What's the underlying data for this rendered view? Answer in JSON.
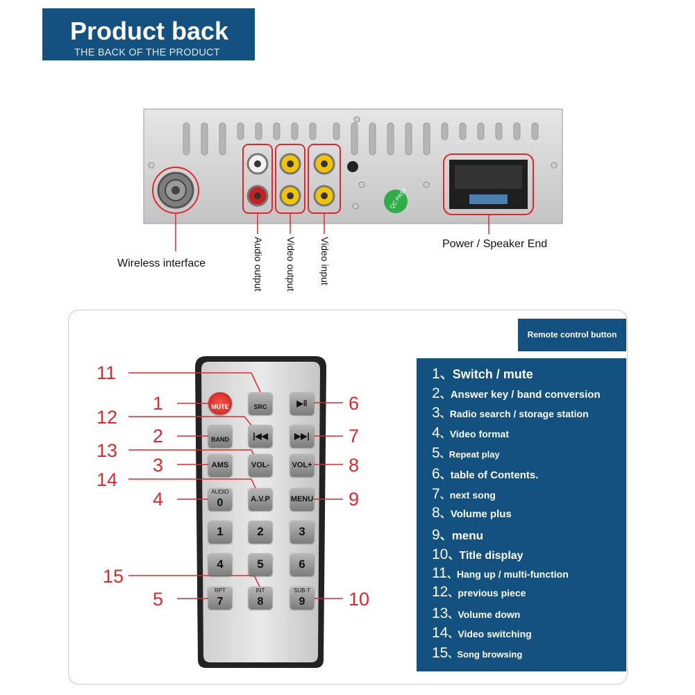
{
  "header": {
    "title": "Product back",
    "subtitle": "THE BACK OF THE PRODUCT"
  },
  "back_panel": {
    "wireless_label": "Wireless interface",
    "audio_output_label": "Audio output",
    "video_output_label": "Video output",
    "video_input_label": "Video input",
    "power_label": "Power / Speaker End",
    "qc_sticker": "QC PASS"
  },
  "remote": {
    "header_label": "Remote control button",
    "buttons": {
      "mute": "MUTE",
      "src": "SRC",
      "band": "BAND",
      "ams": "AMS",
      "vol_minus": "VOL-",
      "vol_plus": "VOL+",
      "avp": "A.V.P",
      "menu": "MENU",
      "audio": "AUDIO",
      "zero": "0",
      "one": "1",
      "two": "2",
      "three": "3",
      "four": "4",
      "five": "5",
      "six": "6",
      "rpt": "RPT",
      "seven": "7",
      "int": "INT",
      "eight": "8",
      "subt": "SUB-T",
      "nine": "9"
    },
    "callouts": [
      "1",
      "2",
      "3",
      "4",
      "5",
      "6",
      "7",
      "8",
      "9",
      "10",
      "11",
      "12",
      "13",
      "14",
      "15"
    ]
  },
  "legend": [
    {
      "num": "1",
      "text": "Switch / mute"
    },
    {
      "num": "2",
      "text": "Answer key / band conversion"
    },
    {
      "num": "3",
      "text": "Radio search / storage station"
    },
    {
      "num": "4",
      "text": "Video format"
    },
    {
      "num": "5",
      "text": "Repeat play"
    },
    {
      "num": "6",
      "text": "table of Contents."
    },
    {
      "num": "7",
      "text": "next song"
    },
    {
      "num": "8",
      "text": "Volume plus"
    },
    {
      "num": "9",
      "text": "menu"
    },
    {
      "num": "10",
      "text": "Title display"
    },
    {
      "num": "11",
      "text": "Hang up / multi-function"
    },
    {
      "num": "12",
      "text": "previous piece"
    },
    {
      "num": "13",
      "text": "Volume down"
    },
    {
      "num": "14",
      "text": "Video switching"
    },
    {
      "num": "15",
      "text": "Song browsing"
    }
  ],
  "colors": {
    "brand_blue": "#125180",
    "callout_red": "#e3262a"
  }
}
